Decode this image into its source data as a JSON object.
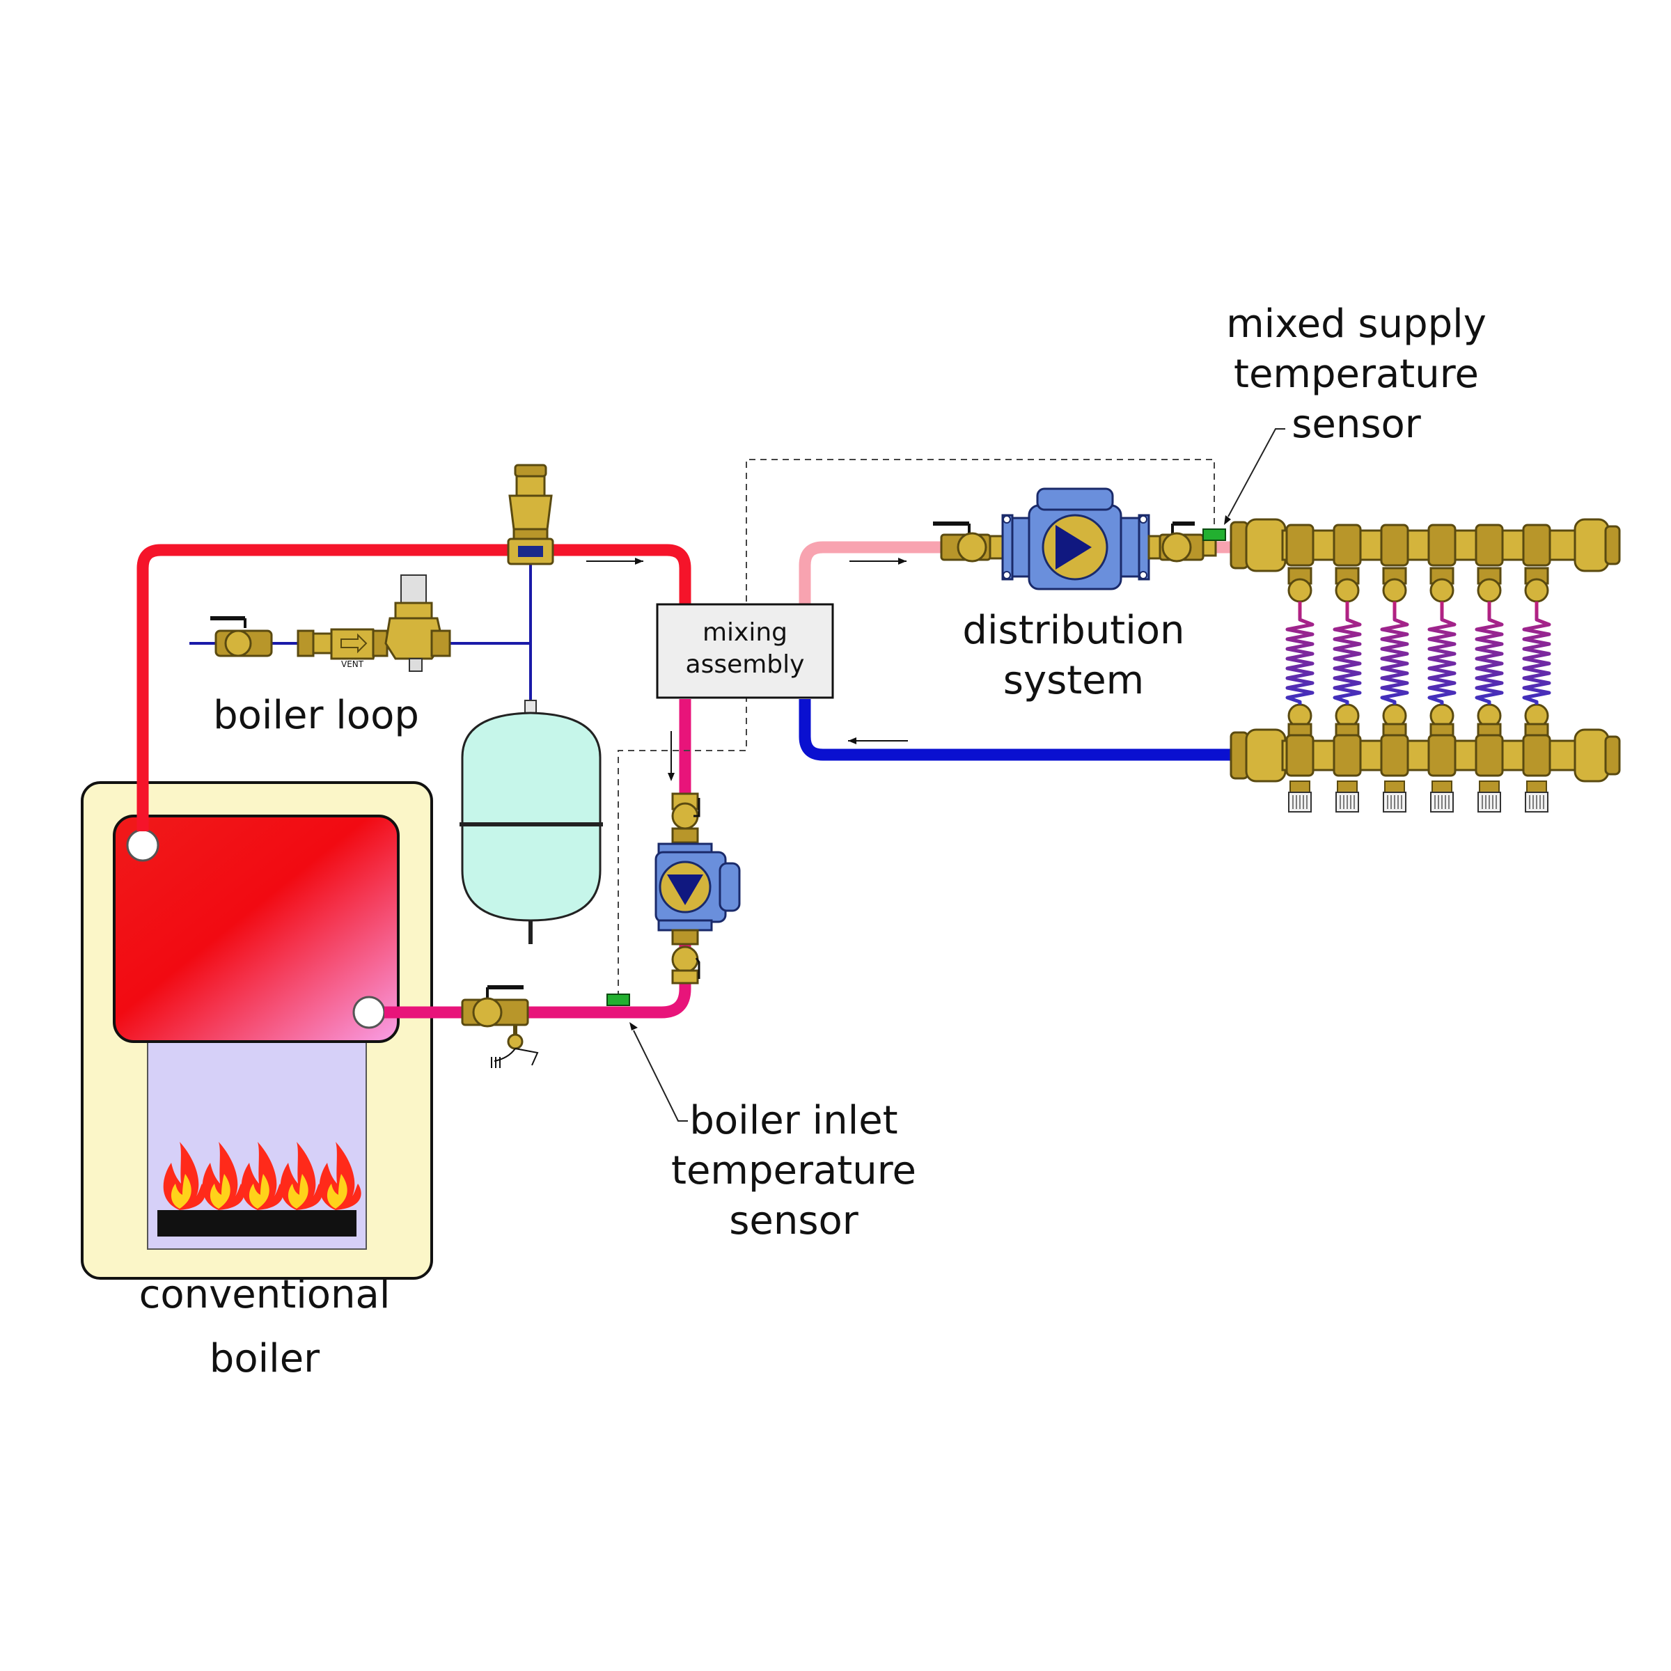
{
  "labels": {
    "mixed_supply_sensor": [
      "mixed supply",
      "temperature",
      "sensor"
    ],
    "mixing_assembly": [
      "mixing",
      "assembly"
    ],
    "distribution_system": [
      "distribution",
      "system"
    ],
    "boiler_loop": "boiler loop",
    "boiler_inlet_sensor": [
      "boiler inlet",
      "temperature",
      "sensor"
    ],
    "conventional_boiler": [
      "conventional",
      "boiler"
    ],
    "vent_marking": "VENT"
  },
  "colors": {
    "hot_supply": "#f5142a",
    "mixed_supply": "#f8a3b0",
    "boiler_return": "#e8147a",
    "cold_return": "#0a10d0",
    "make_up_water": "#1a1aa8",
    "boiler_cabinet": "#fbf6c8",
    "firebox": "#d6d0f8",
    "expansion_tank": "#c6f6ea",
    "sensor": "#22b030",
    "brass": "#d4b43c",
    "pump_body": "#6a8fdc"
  },
  "icons": {
    "flame": "flame-icon",
    "pump": "circulator-pump-icon",
    "valve": "ball-valve-icon",
    "vent": "air-vent-icon",
    "sensor": "temperature-sensor-icon"
  },
  "manifold_circuits": 6
}
